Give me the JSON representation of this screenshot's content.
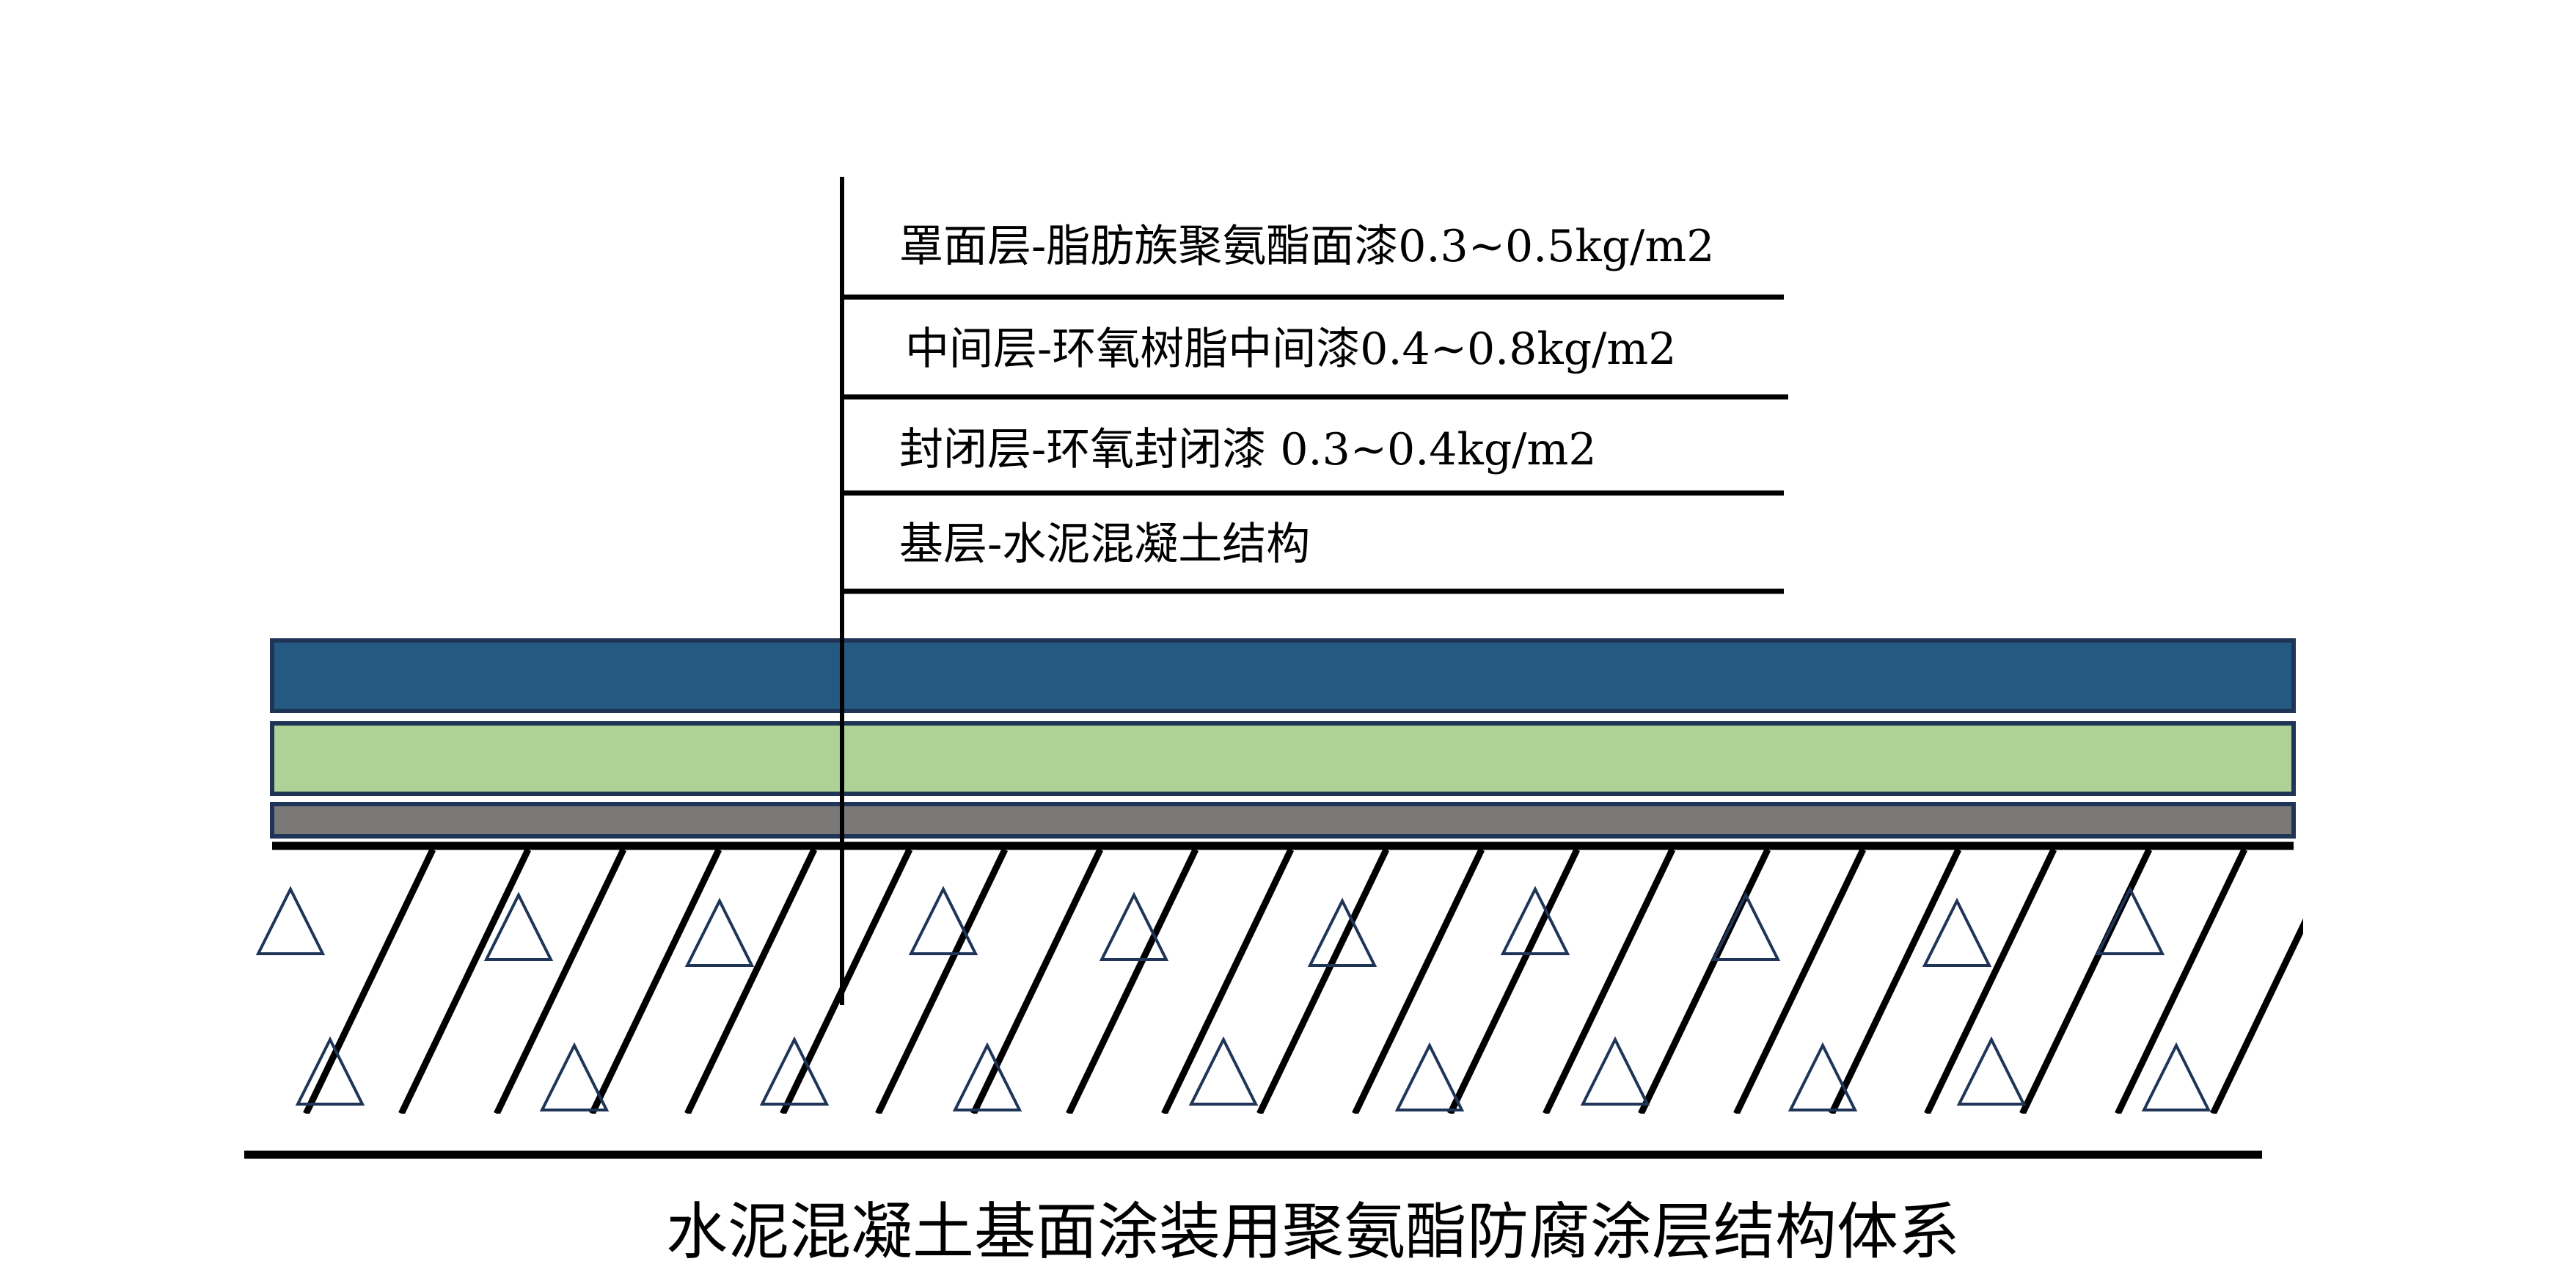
{
  "diagram": {
    "title": "水泥混凝土基面涂装用聚氨酯防腐涂层结构体系",
    "layers": [
      {
        "label": "罩面层-脂肪族聚氨酯面漆0.3~0.5kg/m2",
        "color": "#245981"
      },
      {
        "label": "中间层-环氧树脂中间漆0.4~0.8kg/m2",
        "color": "#aed195"
      },
      {
        "label": "封闭层-环氧封闭漆 0.3~0.4kg/m2",
        "color": "#7b7878"
      },
      {
        "label": "基层-水泥混凝土结构",
        "color": "#ffffff"
      }
    ],
    "outline_color": "#1f3558"
  }
}
